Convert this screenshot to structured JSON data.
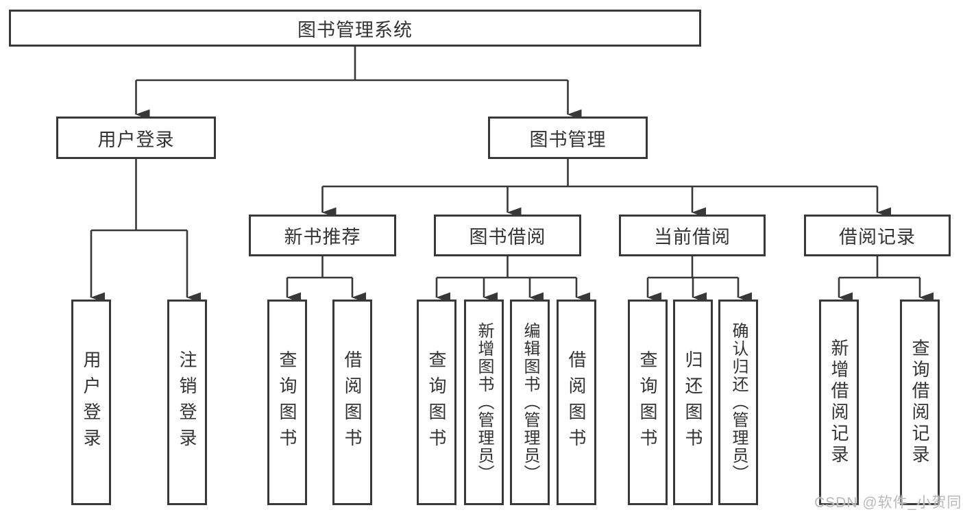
{
  "tree": {
    "root": {
      "label": "图书管理系统"
    },
    "level2": [
      {
        "label": "用户登录",
        "children": [
          {
            "label": "用户登录"
          },
          {
            "label": "注销登录"
          }
        ]
      },
      {
        "label": "图书管理",
        "children": [
          {
            "label": "新书推荐",
            "children": [
              {
                "label": "查询图书"
              },
              {
                "label": "借阅图书"
              }
            ]
          },
          {
            "label": "图书借阅",
            "children": [
              {
                "label": "查询图书"
              },
              {
                "label": "新增图书（管理员）"
              },
              {
                "label": "编辑图书（管理员）"
              },
              {
                "label": "借阅图书"
              }
            ]
          },
          {
            "label": "当前借阅",
            "children": [
              {
                "label": "查询图书"
              },
              {
                "label": "归还图书"
              },
              {
                "label": "确认归还（管理员）"
              }
            ]
          },
          {
            "label": "借阅记录",
            "children": [
              {
                "label": "新增借阅记录"
              },
              {
                "label": "查询借阅记录"
              }
            ]
          }
        ]
      }
    ]
  },
  "watermark": "CSDN @软件_小贺同学",
  "colors": {
    "line": "#383838",
    "text": "#333333",
    "background": "#ffffff",
    "watermark": "#b9b9b9"
  }
}
